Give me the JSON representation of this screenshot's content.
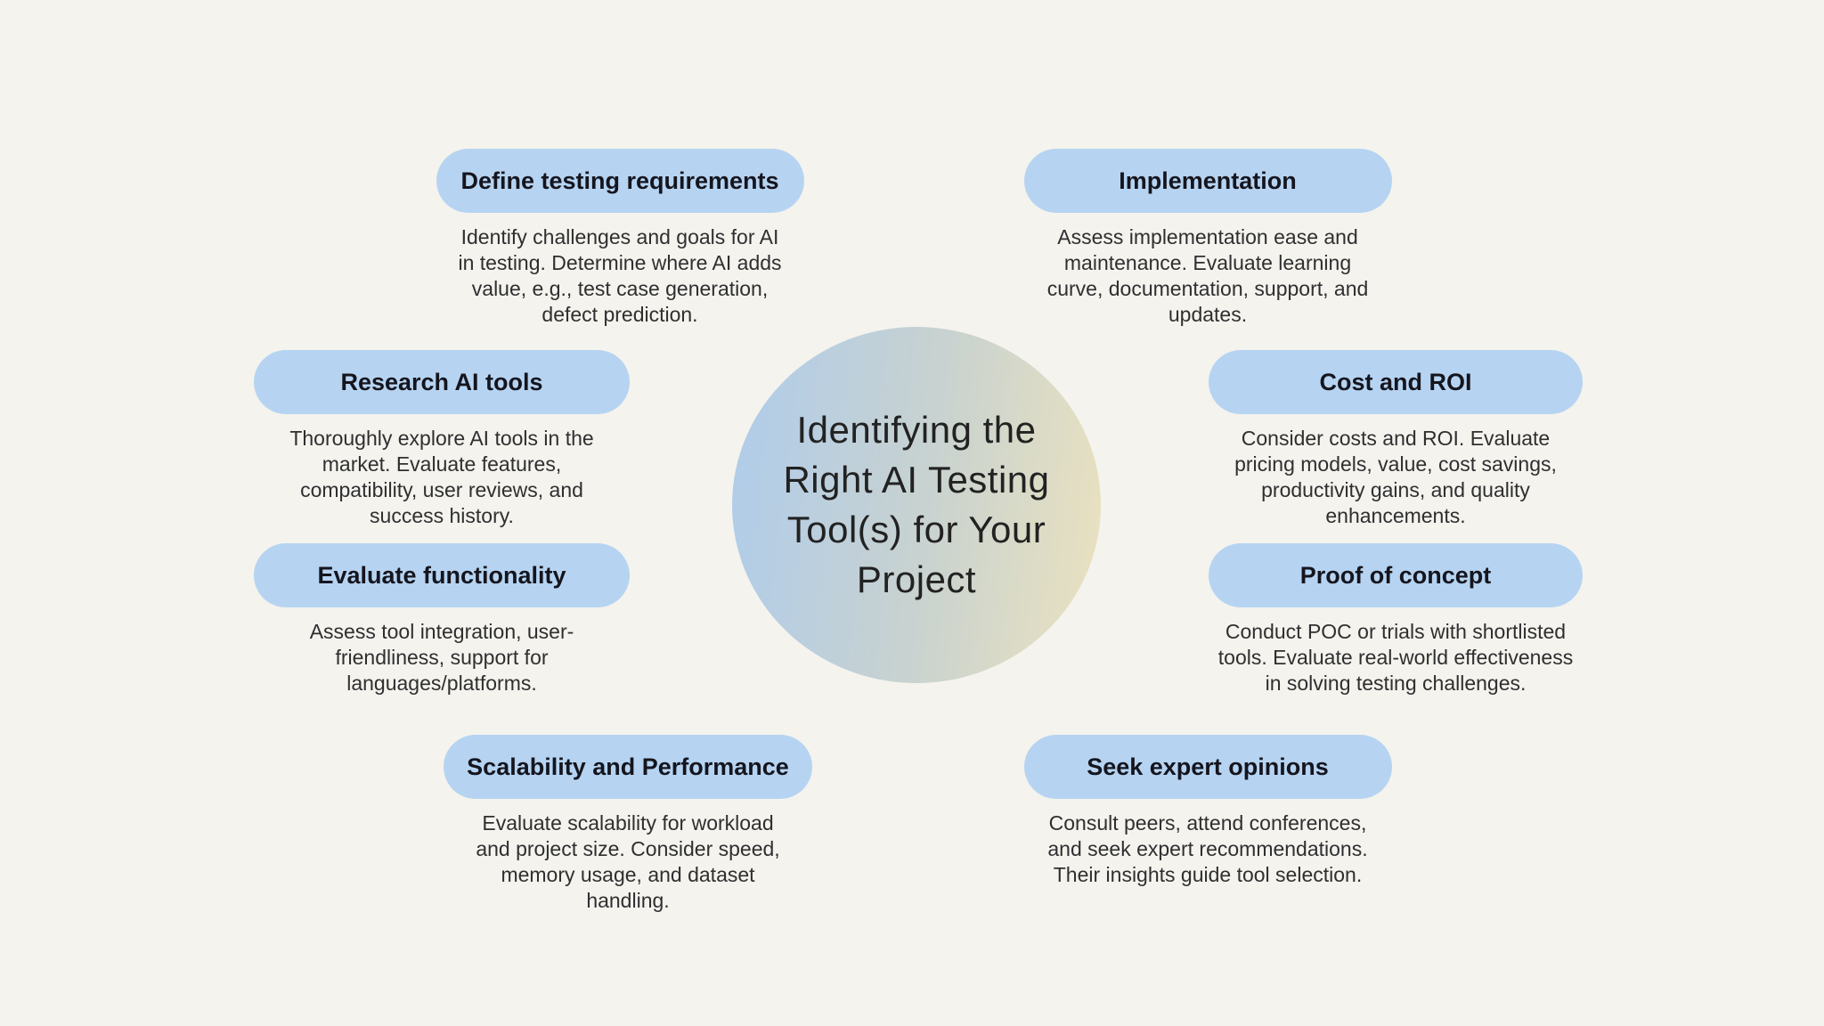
{
  "center": {
    "title": "Identifying the\nRight AI Testing\nTool(s) for Your\nProject"
  },
  "colors": {
    "background": "#f4f3ed",
    "pill": "#b6d4f2",
    "heading_text": "#15151e",
    "body_text": "#2f2f31",
    "circle_gradient_left": "#afcceb",
    "circle_gradient_right": "#ebe2bf"
  },
  "nodes": [
    {
      "title": "Define testing requirements",
      "description": "Identify challenges and goals for AI\nin testing. Determine where AI adds\nvalue, e.g., test case generation,\ndefect prediction."
    },
    {
      "title": "Implementation",
      "description": "Assess implementation ease and\nmaintenance. Evaluate learning\ncurve, documentation, support, and\nupdates."
    },
    {
      "title": "Research AI tools",
      "description": "Thoroughly explore AI tools in the\nmarket. Evaluate features,\ncompatibility, user reviews, and\nsuccess history."
    },
    {
      "title": "Cost and ROI",
      "description": "Consider costs and ROI. Evaluate\npricing models, value, cost savings,\nproductivity gains, and quality\nenhancements."
    },
    {
      "title": "Evaluate functionality",
      "description": "Assess tool integration, user-\nfriendliness, support for\nlanguages/platforms."
    },
    {
      "title": "Proof of concept",
      "description": "Conduct POC or trials with shortlisted\ntools. Evaluate real-world effectiveness\nin solving testing challenges."
    },
    {
      "title": "Scalability and Performance",
      "description": "Evaluate scalability for workload\nand project size. Consider speed,\nmemory usage, and dataset\nhandling."
    },
    {
      "title": "Seek expert opinions",
      "description": "Consult peers, attend conferences,\nand seek expert recommendations.\nTheir insights guide tool selection."
    }
  ]
}
